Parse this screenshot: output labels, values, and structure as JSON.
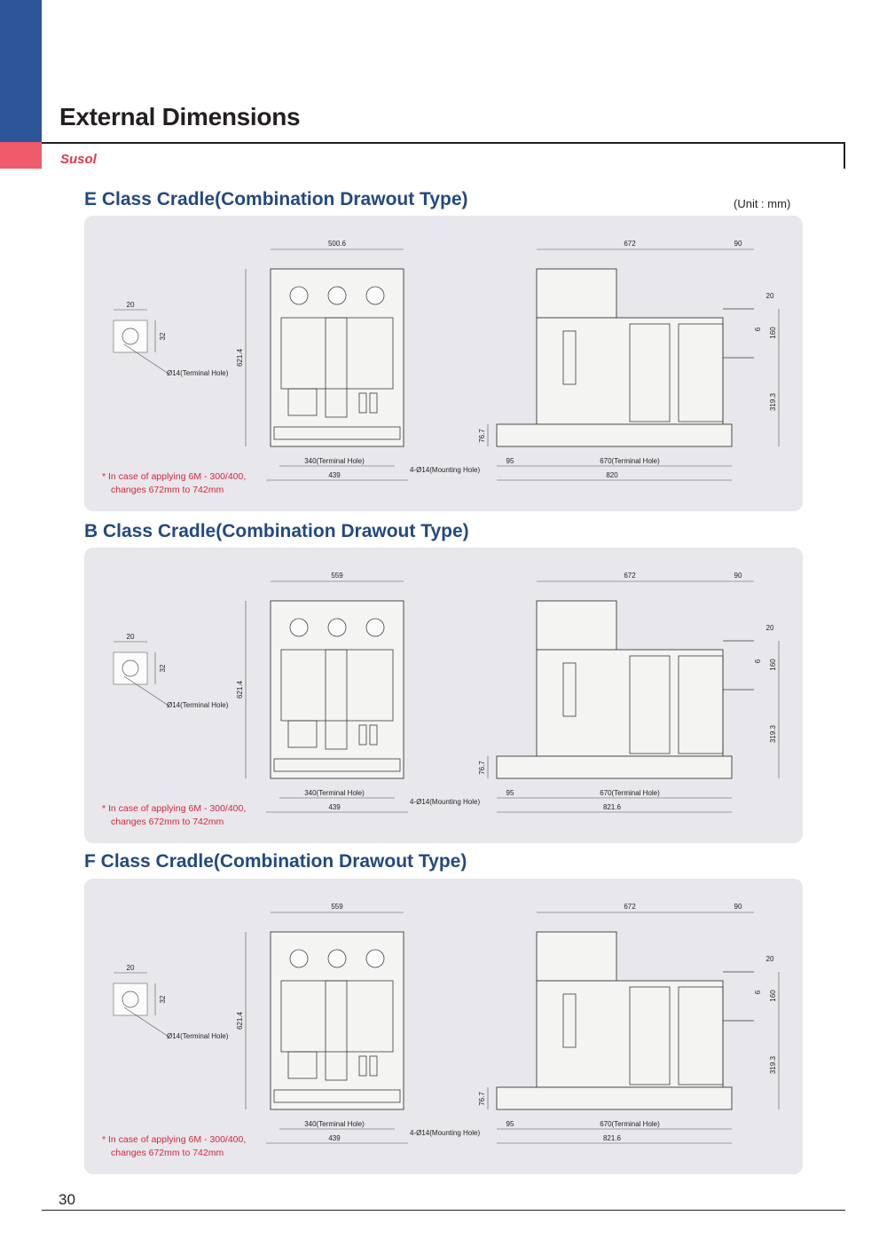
{
  "header": {
    "title": "External Dimensions",
    "brand": "Susol"
  },
  "unit": "(Unit : mm)",
  "sections": [
    {
      "title": "E Class Cradle(Combination Drawout Type)",
      "note_line1": "*  In case of applying 6M - 300/400,",
      "note_line2": "changes 672mm to 742mm",
      "detail": {
        "w": "20",
        "h": "32",
        "hole": "Ø14(Terminal Hole)"
      },
      "front": {
        "width": "500.6",
        "height": "621.4",
        "terminal": "340(Terminal Hole)",
        "base": "439",
        "mount": "4-Ø14(Mounting Hole)"
      },
      "side": {
        "depth": "672",
        "ext": "90",
        "term_w": "20",
        "term_t": "6",
        "pitch": "160",
        "term_h": "319.3",
        "base_h": "76.7",
        "offset": "95",
        "terminal": "670(Terminal Hole)",
        "total": "820"
      }
    },
    {
      "title": "B Class Cradle(Combination Drawout Type)",
      "note_line1": "*  In case of applying 6M - 300/400,",
      "note_line2": "changes 672mm to 742mm",
      "detail": {
        "w": "20",
        "h": "32",
        "hole": "Ø14(Terminal Hole)"
      },
      "front": {
        "width": "559",
        "height": "621.4",
        "terminal": "340(Terminal Hole)",
        "base": "439",
        "mount": "4-Ø14(Mounting Hole)"
      },
      "side": {
        "depth": "672",
        "ext": "90",
        "term_w": "20",
        "term_t": "6",
        "pitch": "160",
        "term_h": "319.3",
        "base_h": "76.7",
        "offset": "95",
        "terminal": "670(Terminal Hole)",
        "total": "821.6"
      }
    },
    {
      "title": "F Class Cradle(Combination Drawout Type)",
      "note_line1": "*  In case of applying 6M - 300/400,",
      "note_line2": "changes 672mm to 742mm",
      "detail": {
        "w": "20",
        "h": "32",
        "hole": "Ø14(Terminal Hole)"
      },
      "front": {
        "width": "559",
        "height": "621.4",
        "terminal": "340(Terminal Hole)",
        "base": "439",
        "mount": "4-Ø14(Mounting Hole)"
      },
      "side": {
        "depth": "672",
        "ext": "90",
        "term_w": "20",
        "term_t": "6",
        "pitch": "160",
        "term_h": "319.3",
        "base_h": "76.7",
        "offset": "95",
        "terminal": "670(Terminal Hole)",
        "total": "821.6"
      }
    }
  ],
  "footer": {
    "page_number": "30"
  }
}
